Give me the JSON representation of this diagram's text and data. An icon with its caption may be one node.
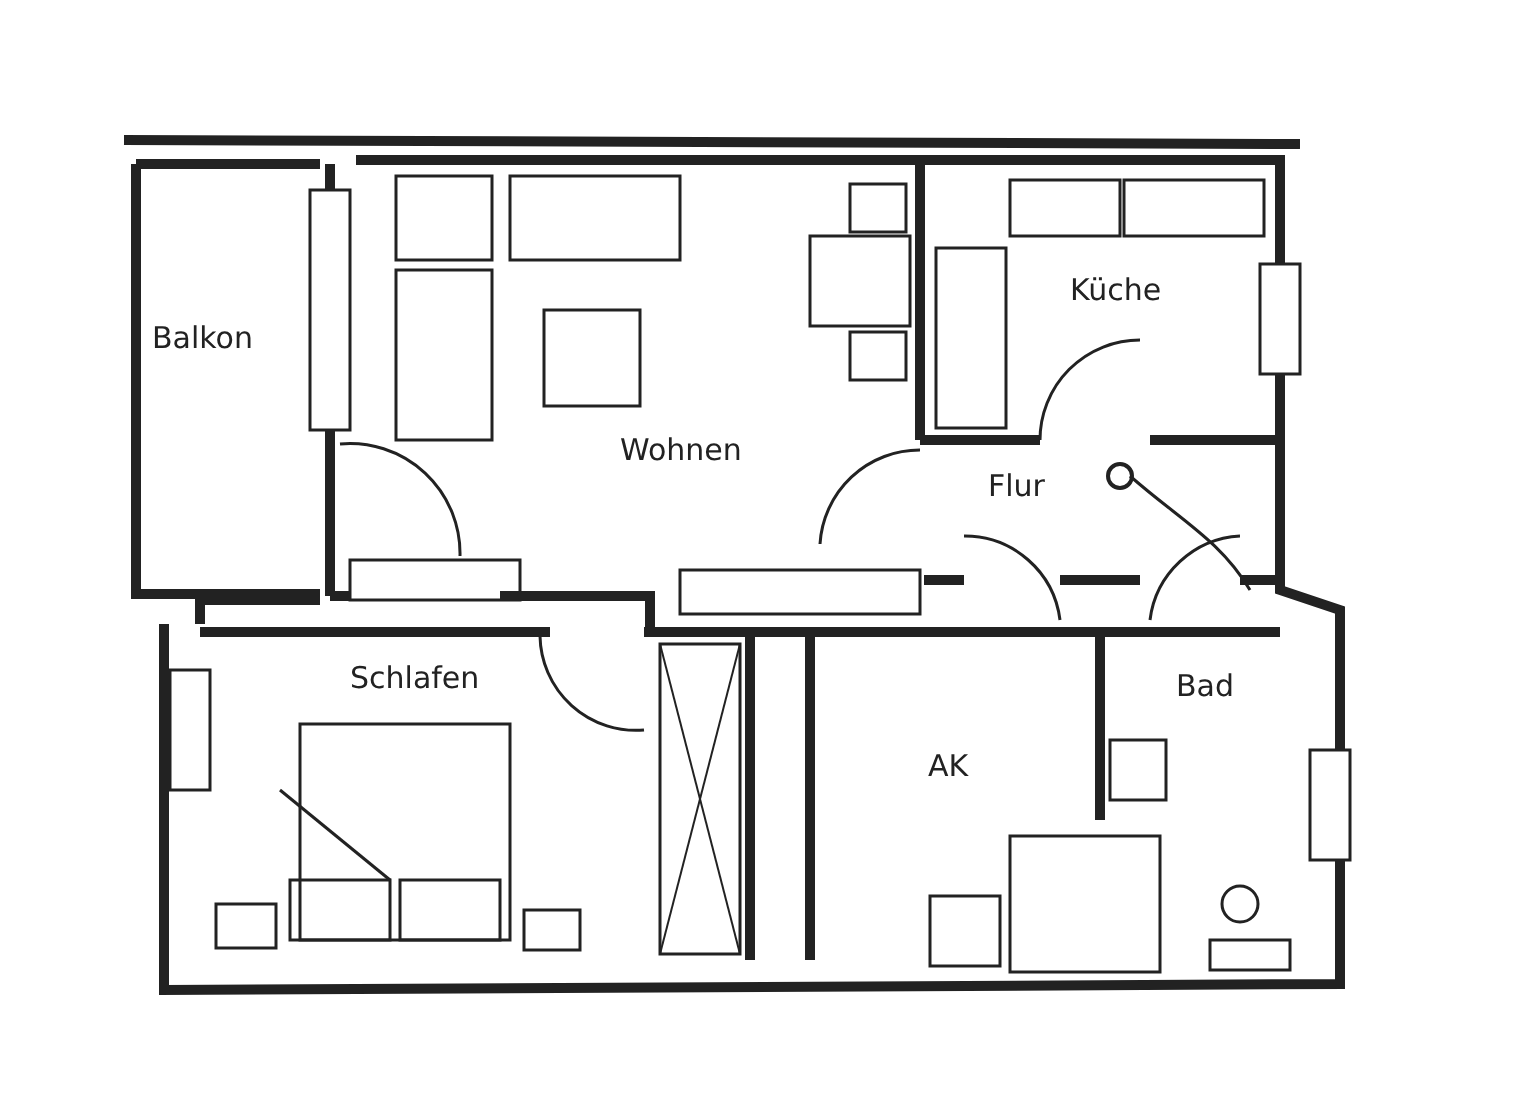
{
  "diagram": {
    "labels": [
      "Balkon",
      "Wohnen",
      "Küche",
      "Flur",
      "Schlafen",
      "Bad",
      "AK"
    ]
  }
}
